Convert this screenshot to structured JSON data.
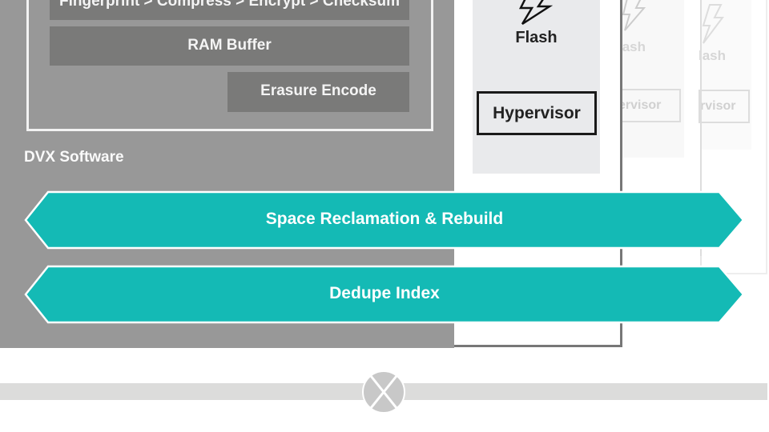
{
  "pipeline": {
    "top_bar": "Fingerprint > Compress > Encrypt > Checksum",
    "ram_buffer": "RAM Buffer",
    "erasure": "Erasure Encode"
  },
  "dvx_label": "DVX Software",
  "host": {
    "flash": "Flash",
    "hypervisor": "Hypervisor"
  },
  "ghost_hosts": [
    {
      "flash": "lash",
      "hypervisor": "ervisor"
    },
    {
      "flash": "lash",
      "hypervisor": "rvisor"
    }
  ],
  "bands": {
    "reclaim": "Space Reclamation & Rebuild",
    "dedupe": "Dedupe Index"
  },
  "colors": {
    "teal": "#14bab5",
    "dvx_gray": "#989898",
    "bar_gray": "#7a7a79"
  }
}
